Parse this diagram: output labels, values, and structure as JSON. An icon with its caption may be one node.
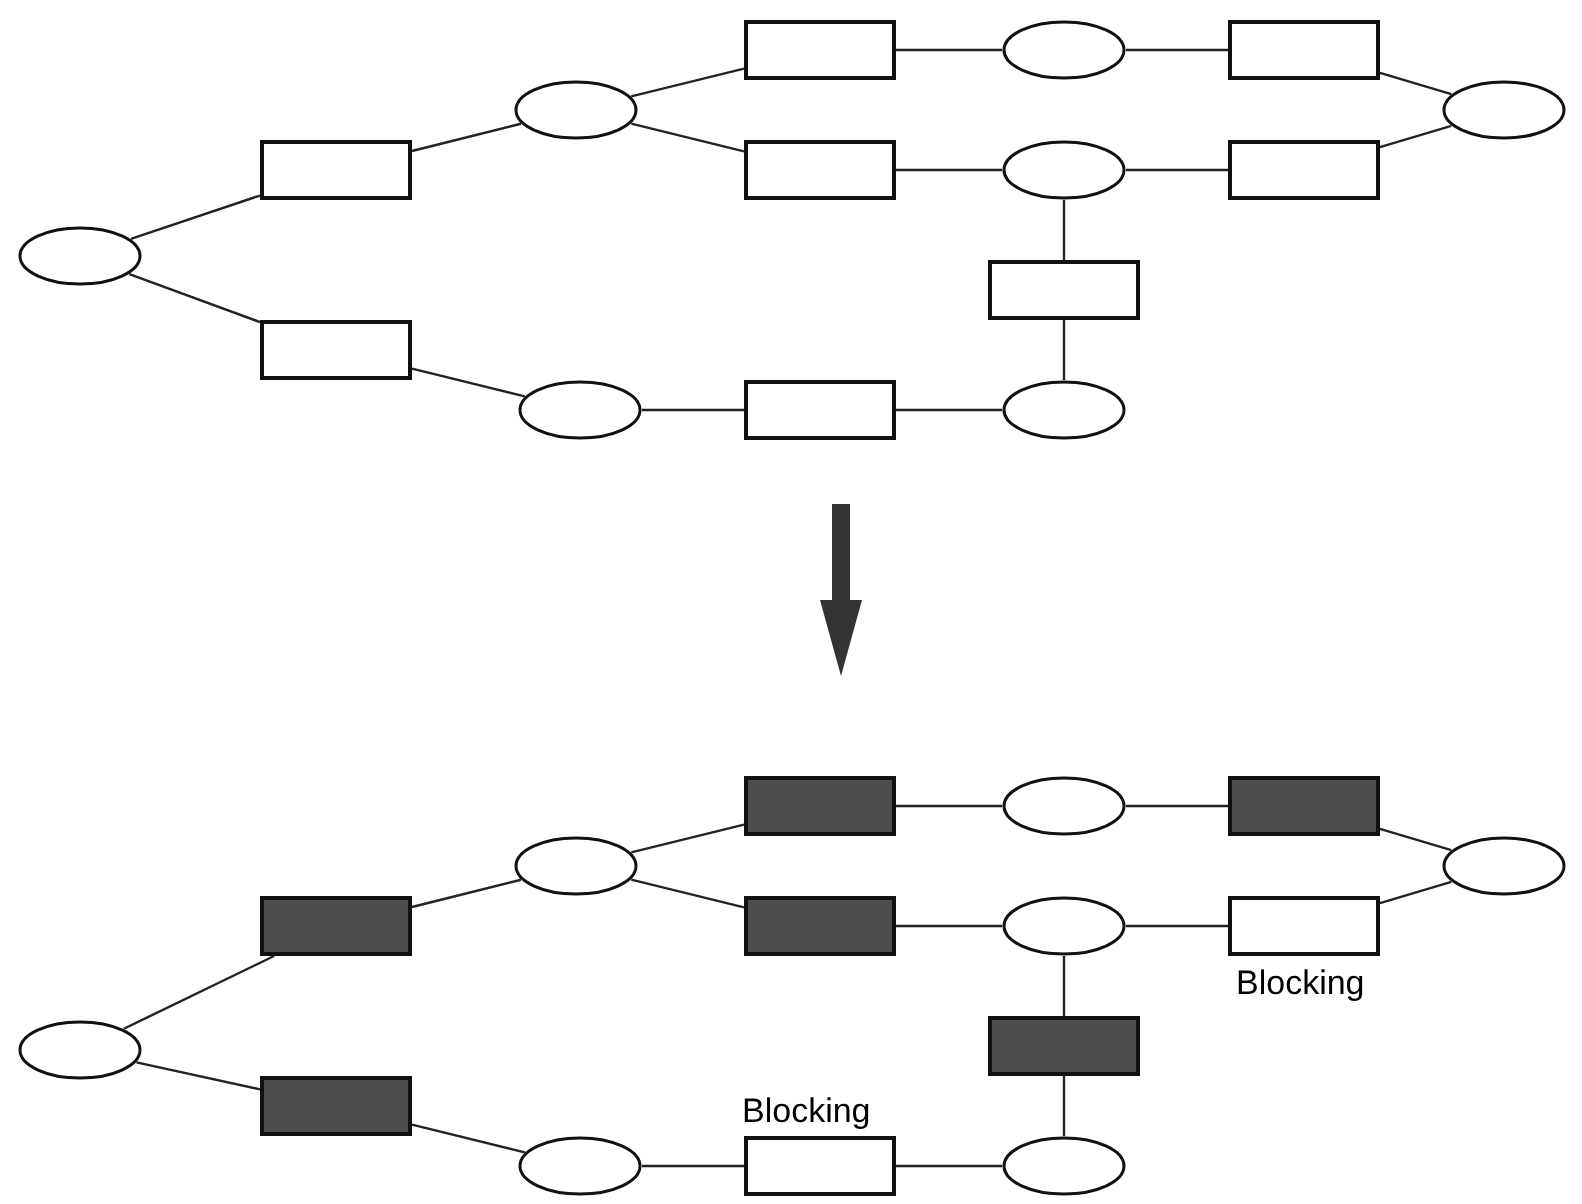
{
  "diagram": {
    "nodes": [
      {
        "text": [],
        "shape": "ellipse"
      },
      {
        "text": [],
        "shape": "box"
      },
      {
        "text": [],
        "shape": "box"
      },
      {
        "text": [],
        "shape": "ellipse"
      },
      {
        "text": [],
        "shape": "box"
      },
      {
        "text": [],
        "shape": "ellipse"
      },
      {
        "text": [],
        "shape": "box"
      },
      {
        "text": [],
        "shape": "ellipse"
      },
      {
        "text": [],
        "shape": "box"
      },
      {
        "text": [],
        "shape": "ellipse"
      },
      {
        "text": [],
        "shape": "box"
      },
      {
        "text": [],
        "shape": "box"
      },
      {
        "text": [],
        "shape": "ellipse"
      },
      {
        "text": [],
        "shape": "box"
      },
      {
        "text": [],
        "shape": "ellipse"
      },
      {
        "text": [],
        "shape": "ellipse"
      },
      {
        "text": [],
        "shape": "block"
      },
      {
        "text": [],
        "shape": "block"
      },
      {
        "text": [],
        "shape": "ellipse"
      },
      {
        "text": [],
        "shape": "block"
      },
      {
        "text": [],
        "shape": "ellipse"
      },
      {
        "text": [],
        "shape": "block"
      },
      {
        "text": [],
        "shape": "ellipse"
      },
      {
        "text": [],
        "shape": "block"
      },
      {
        "text": [],
        "shape": "ellipse"
      },
      {
        "text": [],
        "shape": "box",
        "beside": [
          "Blocking"
        ]
      },
      {
        "text": [],
        "shape": "block"
      },
      {
        "text": [],
        "shape": "ellipse"
      },
      {
        "text": [],
        "shape": "box",
        "beside": [
          "Blocking"
        ]
      },
      {
        "text": [],
        "shape": "ellipse"
      }
    ],
    "edges": [
      {
        "from": 0,
        "to": 1,
        "arrow": "none"
      },
      {
        "from": 0,
        "to": 2,
        "arrow": "none"
      },
      {
        "from": 1,
        "to": 3,
        "arrow": "none"
      },
      {
        "from": 3,
        "to": 4,
        "arrow": "none"
      },
      {
        "from": 3,
        "to": 8,
        "arrow": "none"
      },
      {
        "from": 4,
        "to": 5,
        "arrow": "none"
      },
      {
        "from": 5,
        "to": 6,
        "arrow": "none"
      },
      {
        "from": 6,
        "to": 7,
        "arrow": "none"
      },
      {
        "from": 8,
        "to": 9,
        "arrow": "none"
      },
      {
        "from": 9,
        "to": 10,
        "arrow": "none"
      },
      {
        "from": 10,
        "to": 7,
        "arrow": "none"
      },
      {
        "from": 9,
        "to": 11,
        "arrow": "none"
      },
      {
        "from": 11,
        "to": 14,
        "arrow": "none"
      },
      {
        "from": 2,
        "to": 12,
        "arrow": "none"
      },
      {
        "from": 12,
        "to": 13,
        "arrow": "none"
      },
      {
        "from": 13,
        "to": 14,
        "arrow": "none"
      },
      {
        "from": 15,
        "to": 16,
        "arrow": "none"
      },
      {
        "from": 15,
        "to": 17,
        "arrow": "none"
      },
      {
        "from": 16,
        "to": 18,
        "arrow": "none"
      },
      {
        "from": 18,
        "to": 19,
        "arrow": "none"
      },
      {
        "from": 18,
        "to": 23,
        "arrow": "none"
      },
      {
        "from": 19,
        "to": 20,
        "arrow": "none"
      },
      {
        "from": 20,
        "to": 21,
        "arrow": "none"
      },
      {
        "from": 21,
        "to": 22,
        "arrow": "none"
      },
      {
        "from": 23,
        "to": 24,
        "arrow": "none"
      },
      {
        "from": 24,
        "to": 25,
        "arrow": "none"
      },
      {
        "from": 25,
        "to": 22,
        "arrow": "none"
      },
      {
        "from": 24,
        "to": 26,
        "arrow": "none"
      },
      {
        "from": 26,
        "to": 29,
        "arrow": "none"
      },
      {
        "from": 17,
        "to": 27,
        "arrow": "none"
      },
      {
        "from": 27,
        "to": 28,
        "arrow": "none"
      },
      {
        "from": 28,
        "to": 29,
        "arrow": "none"
      }
    ]
  }
}
